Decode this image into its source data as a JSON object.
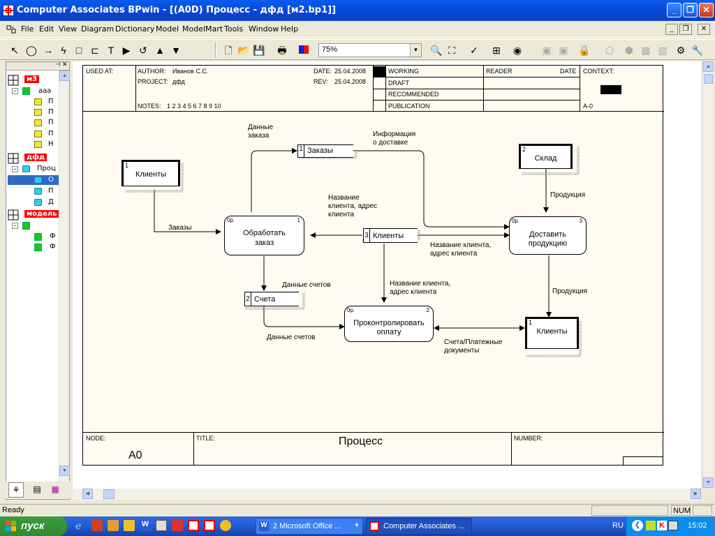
{
  "window": {
    "title": "Computer Associates BPwin - [(A0D) Процесс - дфд  [м2.bp1]]"
  },
  "menu": [
    "File",
    "Edit",
    "View",
    "Diagram",
    "Dictionary",
    "Model",
    "ModelMart",
    "Tools",
    "Window",
    "Help"
  ],
  "toolbar": {
    "zoom": "75%"
  },
  "tree": {
    "m3": "м3",
    "aaa": "ааа",
    "m3_children": [
      "П",
      "П",
      "П",
      "П",
      "Н"
    ],
    "dfd": "дфд",
    "proc": "Проц",
    "dfd_children": [
      "О",
      "П",
      "Д"
    ],
    "model": "модель",
    "model_children": [
      "Ф",
      "Ф"
    ]
  },
  "header": {
    "used_at": "USED AT:",
    "author_lbl": "AUTHOR:",
    "author": "Иванов С.С.",
    "project_lbl": "PROJECT:",
    "project": "дфд",
    "notes_lbl": "NOTES:",
    "notes": "1  2  3  4  5  6  7  8  9  10",
    "date_lbl": "DATE:",
    "date": "25.04.2008",
    "rev_lbl": "REV:",
    "rev": "25.04.2008",
    "status": [
      "WORKING",
      "DRAFT",
      "RECOMMENDED",
      "PUBLICATION"
    ],
    "reader": "READER",
    "date2": "DATE",
    "context": "CONTEXT:",
    "node_ref": "A-0"
  },
  "diagram": {
    "ext_clients1": {
      "num": "1",
      "label": "Клиенты"
    },
    "ext_sklad": {
      "num": "2",
      "label": "Склад"
    },
    "ext_clients2": {
      "num": "1",
      "label": "Клиенты"
    },
    "store_orders": {
      "num": "1",
      "label": "Заказы"
    },
    "store_clients": {
      "num": "3",
      "label": "Клиенты"
    },
    "store_bills": {
      "num": "2",
      "label": "Счета"
    },
    "proc1": {
      "op": "0р.",
      "num": "1",
      "label1": "Обработать",
      "label2": "заказ"
    },
    "proc2": {
      "op": "0р.",
      "num": "2",
      "label1": "Проконтролировать",
      "label2": "оплату"
    },
    "proc3": {
      "op": "0р.",
      "num": "3",
      "label1": "Доставить",
      "label2": "продукцию"
    },
    "flows": {
      "order_data1": "Данные",
      "order_data2": "заказа",
      "delivery_info1": "Информация",
      "delivery_info2": "о доставке",
      "orders": "Заказы",
      "client_name1": "Название",
      "client_name2": "клиента, адрес",
      "client_name3": "клиента",
      "production1": "Продукция",
      "client_addr_right1": "Название клиента,",
      "client_addr_right2": "адрес клиента",
      "client_addr_mid1": "Название клиента,",
      "client_addr_mid2": "адрес клиента",
      "bills_data_top": "Данные счетов",
      "bills_data_bottom": "Данные счетов",
      "production2": "Продукция",
      "payments1": "Счета/Платежные",
      "payments2": "документы"
    }
  },
  "footer": {
    "node_lbl": "NODE:",
    "node": "A0",
    "title_lbl": "TITLE:",
    "title": "Процесс",
    "number_lbl": "NUMBER:"
  },
  "status": {
    "ready": "Ready",
    "num": "NUM"
  },
  "taskbar": {
    "start": "пуск",
    "task1": "2 Microsoft Office ...",
    "task2": "Computer Associates ...",
    "lang": "RU",
    "clock": "15:02"
  },
  "colors": {
    "titlebar": "#0a5cf0",
    "taskbar": "#245edb",
    "start": "#3c9c3c",
    "tree_red": "#ff0000",
    "tree_green": "#1ac71a"
  }
}
